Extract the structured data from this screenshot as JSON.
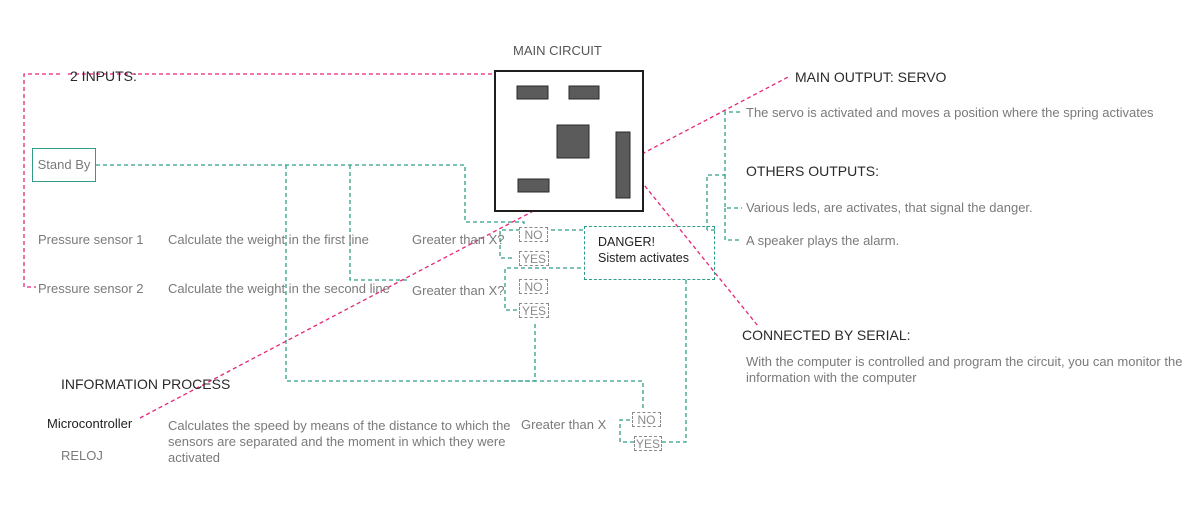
{
  "colors": {
    "accent_teal": "#2e9e89",
    "accent_magenta": "#e6257a",
    "chip_fill": "#5b5b5b",
    "text_gray": "#7a7a7a",
    "text_dark": "#1e1e1e"
  },
  "circuit": {
    "title": "MAIN CIRCUIT"
  },
  "inputs": {
    "heading": "2 INPUTS:",
    "standby": "Stand By",
    "sensor1": "Pressure sensor 1",
    "sensor2": "Pressure sensor 2",
    "calc1": "Calculate the weight in the first line",
    "calc2": "Calculate the weight in the second line",
    "greater1": "Greater than X?",
    "greater2": "Greater than X?"
  },
  "process": {
    "heading": "INFORMATION PROCESS",
    "microcontroller": "Microcontroller",
    "reloj": "RELOJ",
    "description": "Calculates the speed by means of the distance to which the sensors are separated and the moment in which they were activated",
    "greater3": "Greater than X"
  },
  "decisions": {
    "no1": "NO",
    "yes1": "YES",
    "no2": "NO",
    "yes2": "YES",
    "no3": "NO",
    "yes3": "YES"
  },
  "danger": {
    "line1": "DANGER!",
    "line2": "Sistem activates"
  },
  "outputs": {
    "main_heading": "MAIN OUTPUT: SERVO",
    "servo_text": "The servo is activated and moves a position where the spring activates",
    "others_heading": "OTHERS OUTPUTS:",
    "leds_text": "Various leds, are activates, that signal the danger.",
    "speaker_text": "A speaker plays the alarm."
  },
  "serial": {
    "heading": "CONNECTED BY SERIAL:",
    "text": "With the computer is controlled and program the circuit, you can monitor the information with the computer"
  }
}
